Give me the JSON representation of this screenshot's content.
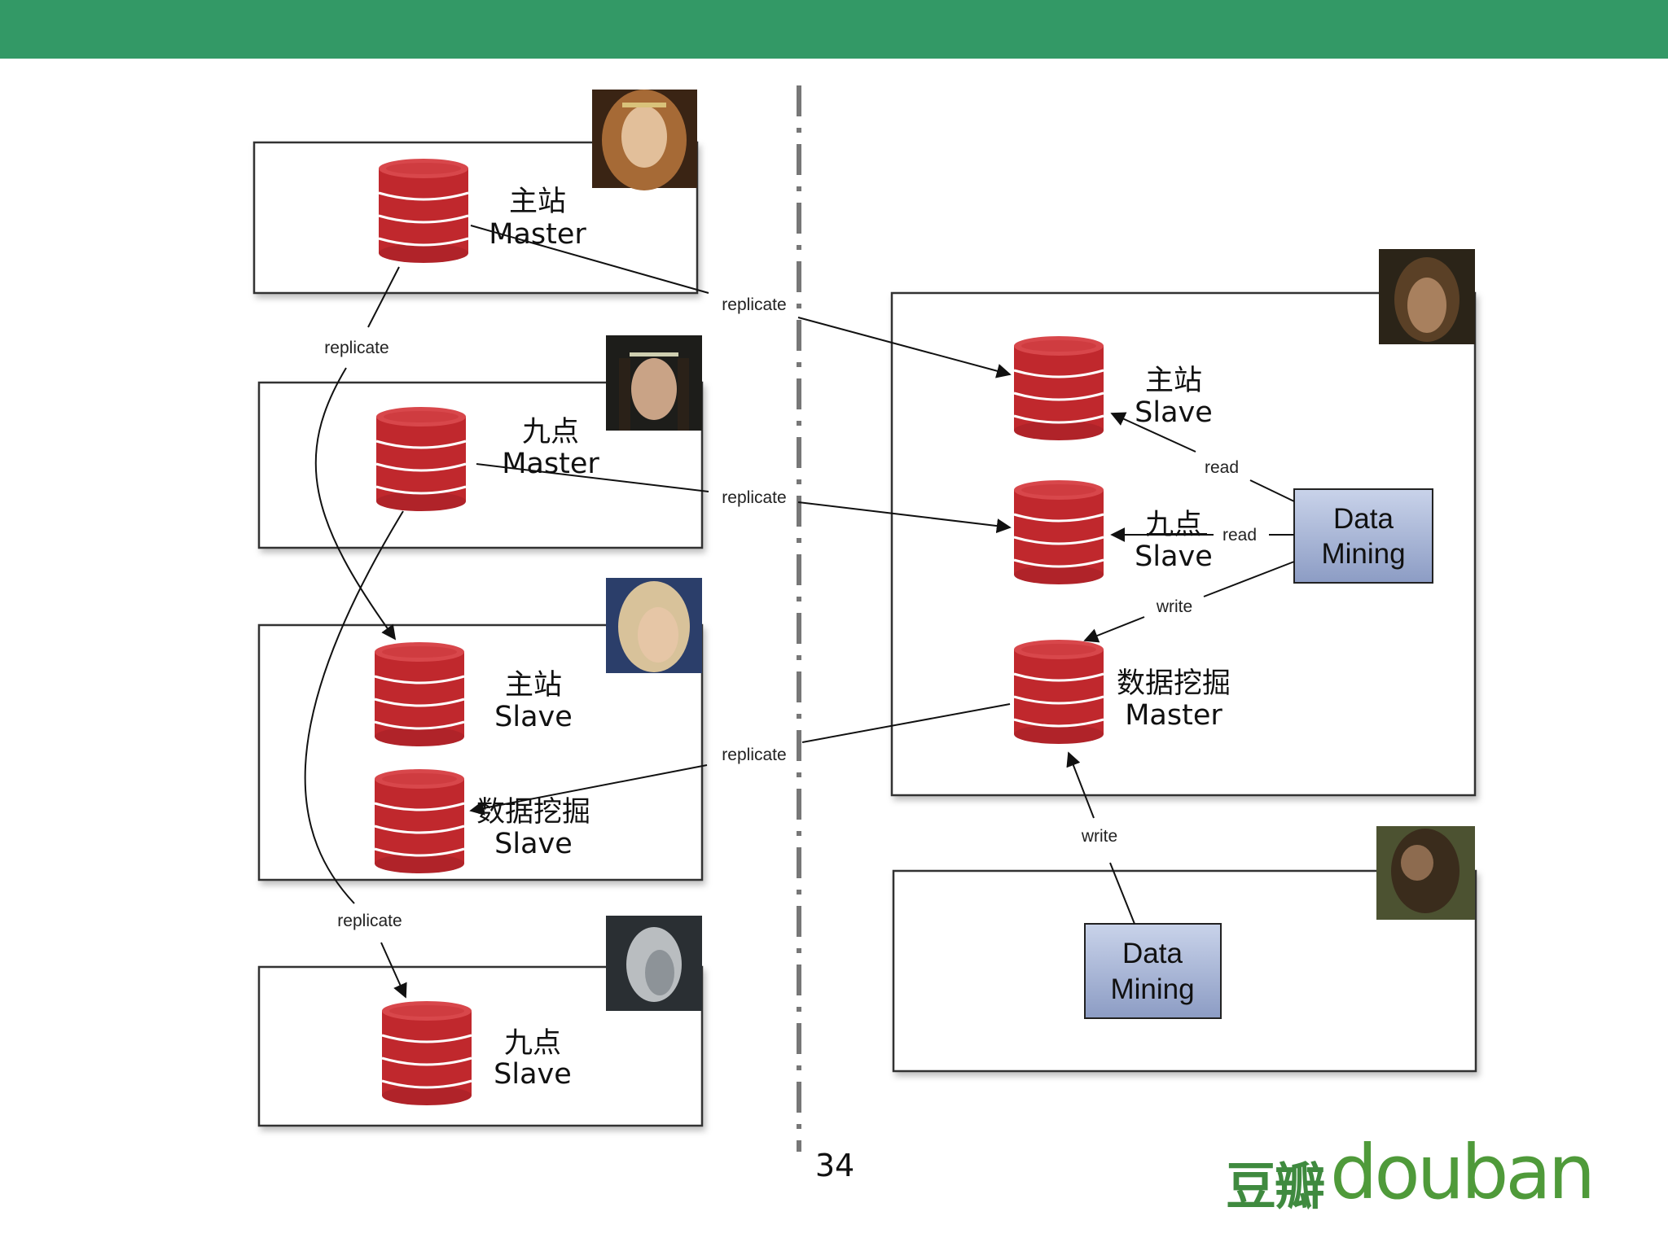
{
  "page": {
    "number": "34",
    "header_color": "#339966"
  },
  "logo": {
    "chinese": "豆瓣",
    "english": "douban"
  },
  "colors": {
    "db_red": "#c0282d",
    "dm_box": "#a9b7d6",
    "arrow": "#111111"
  },
  "left_boxes": [
    {
      "line1": "主站",
      "line2": "Master",
      "avatar_icon": "elf-woman-portrait"
    },
    {
      "line1": "九点",
      "line2": "Master",
      "avatar_icon": "elf-lord-portrait"
    },
    {
      "db1_line1": "主站",
      "db1_line2": "Slave",
      "db2_line1": "数据挖掘",
      "db2_line2": "Slave",
      "avatar_icon": "blond-warrior-portrait"
    },
    {
      "line1": "九点",
      "line2": "Slave",
      "avatar_icon": "pale-elf-portrait"
    }
  ],
  "right_boxes": [
    {
      "db1_line1": "主站",
      "db1_line2": "Slave",
      "db2_line1": "九点",
      "db2_line2": "Slave",
      "db3_line1": "数据挖掘",
      "db3_line2": "Master",
      "dm_line1": "Data",
      "dm_line2": "Mining",
      "avatar_icon": "ranger-portrait"
    },
    {
      "dm_line1": "Data",
      "dm_line2": "Mining",
      "avatar_icon": "dwarf-portrait"
    }
  ],
  "edge_labels": {
    "replicate": "replicate",
    "read": "read",
    "write": "write"
  }
}
